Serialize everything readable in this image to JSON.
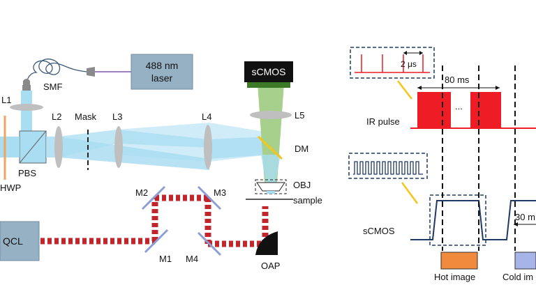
{
  "colors": {
    "blue_beam": "#a9ddf2",
    "green_beam": "#a8d08d",
    "ir_beam": "#c0262c",
    "ir_pulse": "#ee1c25",
    "box_fill": "#97b1c4",
    "lens": "#bfbfbf",
    "mirror": "#8c9fd4",
    "waveplate": "#f2a35f",
    "dm": "#f5c518",
    "camera": "#111111",
    "camera_green": "#3d7a28",
    "dash_blue": "#1f3864",
    "hot_fill": "#f08a3c",
    "cold_fill": "#a6b4e8",
    "callout": "#f5c518"
  },
  "setup": {
    "laser": "488 nm laser",
    "qcl": "QCL",
    "camera": "sCMOS",
    "smf": "SMF",
    "l1": "L1",
    "l2": "L2",
    "mask": "Mask",
    "l3": "L3",
    "l4": "L4",
    "l5": "L5",
    "dm": "DM",
    "obj": "OBJ",
    "sample": "sample",
    "oap": "OAP",
    "pbs": "PBS",
    "hwp": "HWP",
    "m1": "M1",
    "m2": "M2",
    "m3": "M3",
    "m4": "M4"
  },
  "timing": {
    "inset_period": "2 μs",
    "pulse_width": "80 ms",
    "ellipsis": "...",
    "ir_pulse": "IR pulse",
    "scmos": "sCMOS",
    "exposure": "30 m",
    "hot_image": "Hot image",
    "cold_image": "Cold im"
  }
}
